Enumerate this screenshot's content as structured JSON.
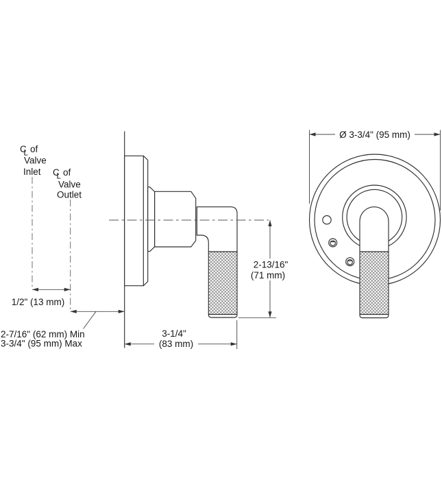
{
  "drawing": {
    "product": "wall-mount valve trim with lever handle",
    "colors": {
      "line": "#2e2e2e",
      "dim_line": "#4a4a4a",
      "text": "#161616",
      "background": "#ffffff"
    },
    "labels": {
      "inlet_centerline": {
        "c": "C",
        "l": "L",
        "of": "of",
        "word1": "Valve",
        "word2": "Inlet"
      },
      "outlet_centerline": {
        "c": "C",
        "l": "L",
        "of": "of",
        "word1": "Valve",
        "word2": "Outlet"
      }
    },
    "dimensions": {
      "centers_spacing": "1/2\" (13 mm)",
      "rough_in_min": "2-7/16\" (62 mm) Min",
      "rough_in_max": "3-3/4\" (95 mm) Max",
      "projection_inches": "3-1/4\"",
      "projection_metric": "(83 mm)",
      "handle_length_inches": "2-13/16\"",
      "handle_length_metric": "(71 mm)",
      "escutcheon_diameter": "Ø 3-3/4\" (95 mm)"
    }
  }
}
